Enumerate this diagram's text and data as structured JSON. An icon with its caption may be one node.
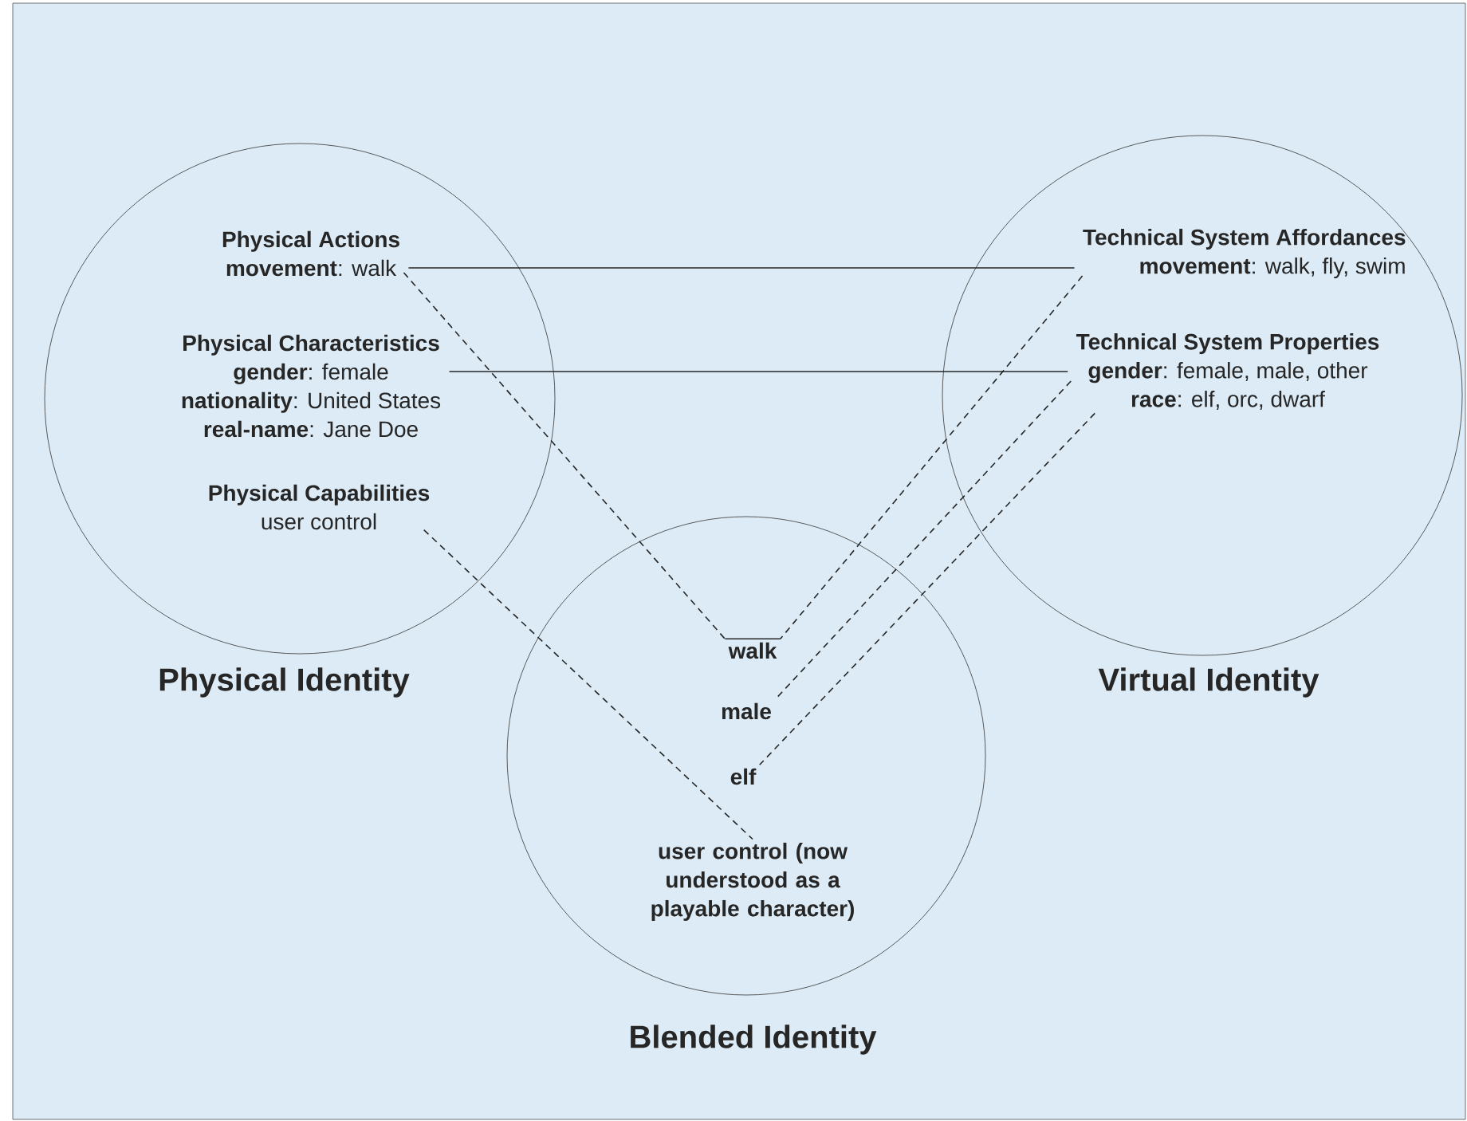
{
  "diagram": {
    "nodes": [
      {
        "text": [
          "Physical Identity"
        ]
      },
      {
        "text": [
          "Physical Actions",
          "**movement**: walk"
        ],
        "in": 0
      },
      {
        "text": [
          "Physical Characteristics",
          "**gender**: female",
          "**nationality**: United States",
          "**real-name**: Jane Doe"
        ],
        "in": 0
      },
      {
        "text": [
          "Physical Capabilities",
          "user control"
        ],
        "in": 0
      },
      {
        "text": [
          "Virtual Identity"
        ]
      },
      {
        "text": [
          "Technical System Affordances",
          "**movement**: walk, fly, swim"
        ],
        "in": 4
      },
      {
        "text": [
          "Technical System Properties",
          "**gender**: female, male, other",
          "**race**: elf, orc, dwarf"
        ],
        "in": 4
      },
      {
        "text": [
          "Blended Identity"
        ]
      },
      {
        "text": [
          "walk"
        ],
        "in": 7
      },
      {
        "text": [
          "male"
        ],
        "in": 7
      },
      {
        "text": [
          "elf"
        ],
        "in": 7
      },
      {
        "text": [
          "user control (now understood as a playable character)"
        ],
        "in": 7
      }
    ],
    "edges": [
      {
        "from": 1,
        "to": 5,
        "arrow": "none"
      },
      {
        "from": 2,
        "to": 6,
        "arrow": "none"
      },
      {
        "from": 1,
        "to": 8,
        "arrow": "none",
        "style": "dashed"
      },
      {
        "from": 5,
        "to": 8,
        "arrow": "none",
        "style": "dashed"
      },
      {
        "from": 6,
        "to": 9,
        "arrow": "none",
        "style": "dashed"
      },
      {
        "from": 6,
        "to": 10,
        "arrow": "none",
        "style": "dashed"
      },
      {
        "from": 3,
        "to": 11,
        "arrow": "none",
        "style": "dashed"
      }
    ]
  }
}
